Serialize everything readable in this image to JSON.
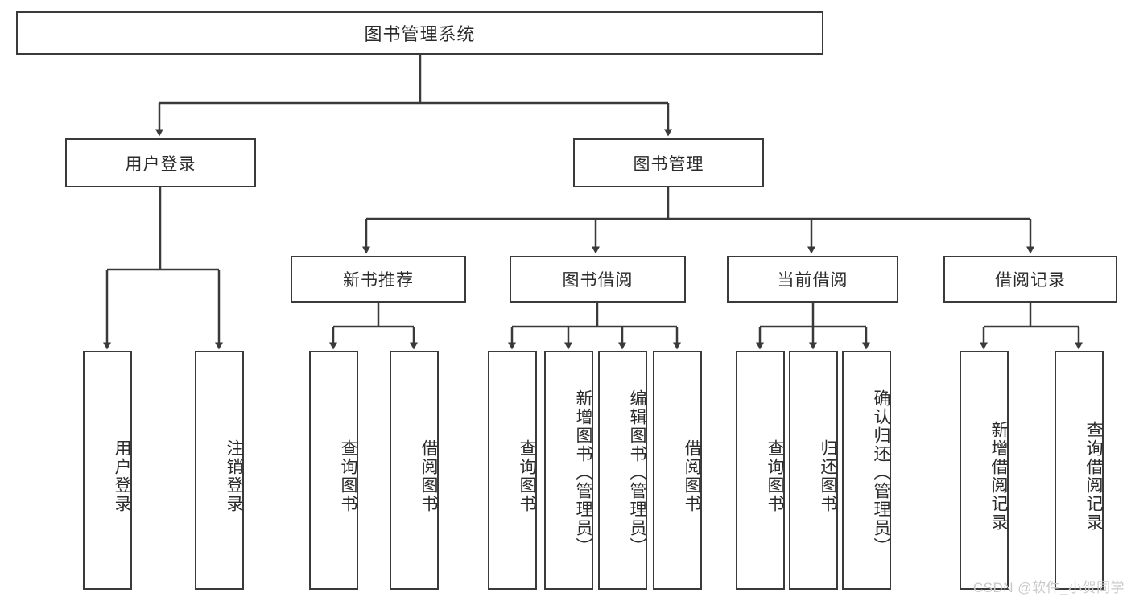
{
  "diagram": {
    "title": "图书管理系统",
    "watermark": "CSDN @软件_小贺同学",
    "root": {
      "label": "图书管理系统"
    },
    "level1": [
      {
        "label": "用户登录"
      },
      {
        "label": "图书管理"
      }
    ],
    "level2": [
      {
        "label": "新书推荐"
      },
      {
        "label": "图书借阅"
      },
      {
        "label": "当前借阅"
      },
      {
        "label": "借阅记录"
      }
    ],
    "leaves": {
      "user_login": [
        {
          "label": "用户登录"
        },
        {
          "label": "注销登录"
        }
      ],
      "new_book_recommend": [
        {
          "label": "查询图书"
        },
        {
          "label": "借阅图书"
        }
      ],
      "book_borrow": [
        {
          "label": "查询图书"
        },
        {
          "label": "新增图书（管理员）"
        },
        {
          "label": "编辑图书（管理员）"
        },
        {
          "label": "借阅图书"
        }
      ],
      "current_borrow": [
        {
          "label": "查询图书"
        },
        {
          "label": "归还图书"
        },
        {
          "label": "确认归还（管理员）"
        }
      ],
      "borrow_record": [
        {
          "label": "新增借阅记录"
        },
        {
          "label": "查询借阅记录"
        }
      ]
    },
    "colors": {
      "stroke": "#3a3a3a",
      "background": "#ffffff",
      "text": "#2b2b2b",
      "watermark": "#c9c9c9"
    }
  }
}
